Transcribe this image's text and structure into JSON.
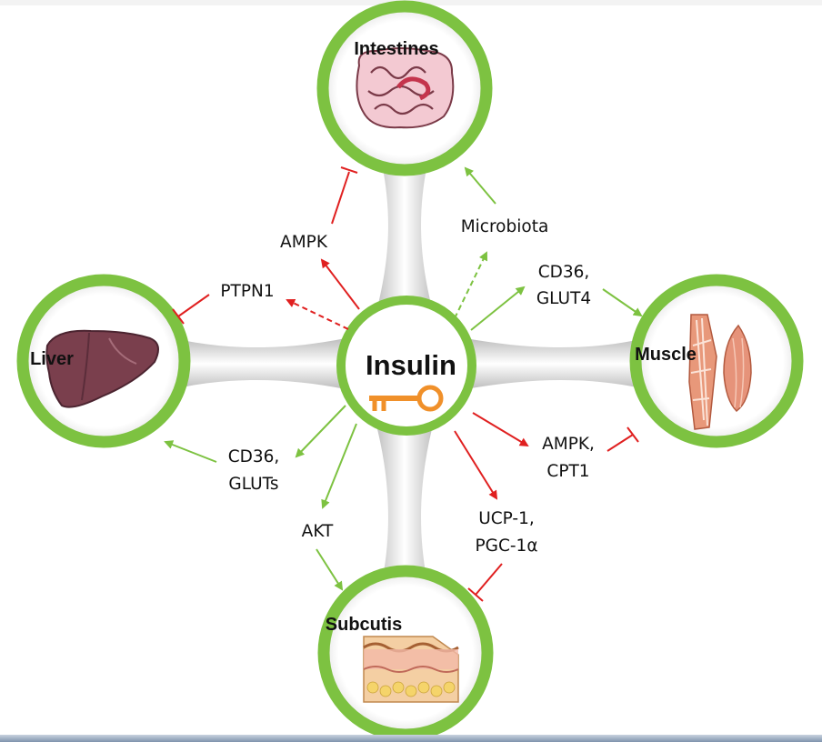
{
  "center": {
    "title": "Insulin",
    "icon": "key-icon"
  },
  "organs": {
    "intestines": {
      "title": "Intestines",
      "icon": "intestines-icon"
    },
    "liver": {
      "title": "Liver",
      "icon": "liver-icon"
    },
    "muscle": {
      "title": "Muscle",
      "icon": "muscle-icon"
    },
    "subcutis": {
      "title": "Subcutis",
      "icon": "skin-layers-icon"
    }
  },
  "labels": {
    "ampk": "AMPK",
    "microbiota": "Microbiota",
    "ptpn1": "PTPN1",
    "cd36_glut4": [
      "CD36,",
      "GLUT4"
    ],
    "cd36_gluts": [
      "CD36,",
      "GLUTs"
    ],
    "ampk_cpt1": [
      "AMPK,",
      "CPT1"
    ],
    "akt": "AKT",
    "ucp1_pgc1a": [
      "UCP-1,",
      "PGC-1α"
    ]
  },
  "colors": {
    "ring": "#7dc241",
    "activation": "#7dc241",
    "inhibition": "#e02020",
    "key": "#f0902a",
    "connector": "#d7d7d7"
  }
}
